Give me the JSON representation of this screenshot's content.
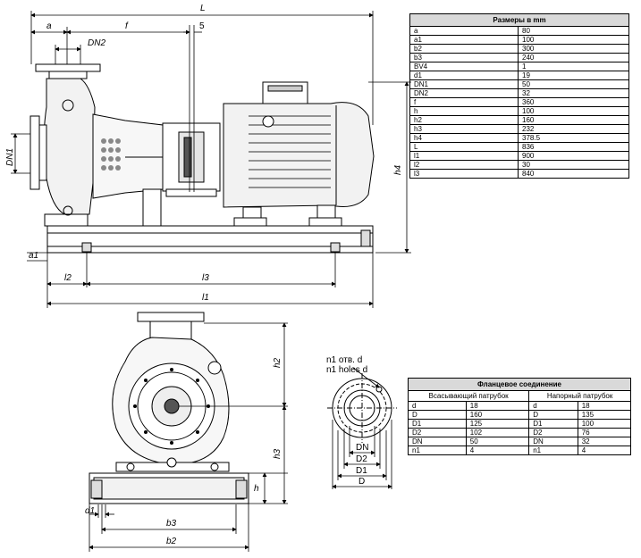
{
  "dimensions_table": {
    "title": "Размеры в mm",
    "rows": [
      {
        "key": "a",
        "value": "80"
      },
      {
        "key": "a1",
        "value": "100"
      },
      {
        "key": "b2",
        "value": "300"
      },
      {
        "key": "b3",
        "value": "240"
      },
      {
        "key": "BV4",
        "value": "1"
      },
      {
        "key": "d1",
        "value": "19"
      },
      {
        "key": "DN1",
        "value": "50"
      },
      {
        "key": "DN2",
        "value": "32"
      },
      {
        "key": "f",
        "value": "360"
      },
      {
        "key": "h",
        "value": "100"
      },
      {
        "key": "h2",
        "value": "160"
      },
      {
        "key": "h3",
        "value": "232"
      },
      {
        "key": "h4",
        "value": "378.5"
      },
      {
        "key": "L",
        "value": "836"
      },
      {
        "key": "l1",
        "value": "900"
      },
      {
        "key": "l2",
        "value": "30"
      },
      {
        "key": "l3",
        "value": "840"
      }
    ]
  },
  "flange_table": {
    "title": "Фланцевое соединение",
    "suction_header": "Всасывающий патрубок",
    "discharge_header": "Напорный патрубок",
    "rows": [
      {
        "k1": "d",
        "v1": "18",
        "k2": "d",
        "v2": "18"
      },
      {
        "k1": "D",
        "v1": "160",
        "k2": "D",
        "v2": "135"
      },
      {
        "k1": "D1",
        "v1": "125",
        "k2": "D1",
        "v2": "100"
      },
      {
        "k1": "D2",
        "v1": "102",
        "k2": "D2",
        "v2": "76"
      },
      {
        "k1": "DN",
        "v1": "50",
        "k2": "DN",
        "v2": "32"
      },
      {
        "k1": "n1",
        "v1": "4",
        "k2": "n1",
        "v2": "4"
      }
    ]
  },
  "drawing_labels": {
    "L": "L",
    "a": "a",
    "f": "f",
    "five": "5",
    "DN2": "DN2",
    "DN1": "DN1",
    "h4": "h4",
    "a1": "a1",
    "l2": "l2",
    "l3": "l3",
    "l1": "l1",
    "h2": "h2",
    "h3": "h3",
    "h": "h",
    "d1": "d1",
    "b3": "b3",
    "b2": "b2",
    "holes_ru": "n1 отв. d",
    "holes_en": "n1 holes d",
    "DN": "DN",
    "D2": "D2",
    "D1": "D1",
    "D": "D"
  }
}
